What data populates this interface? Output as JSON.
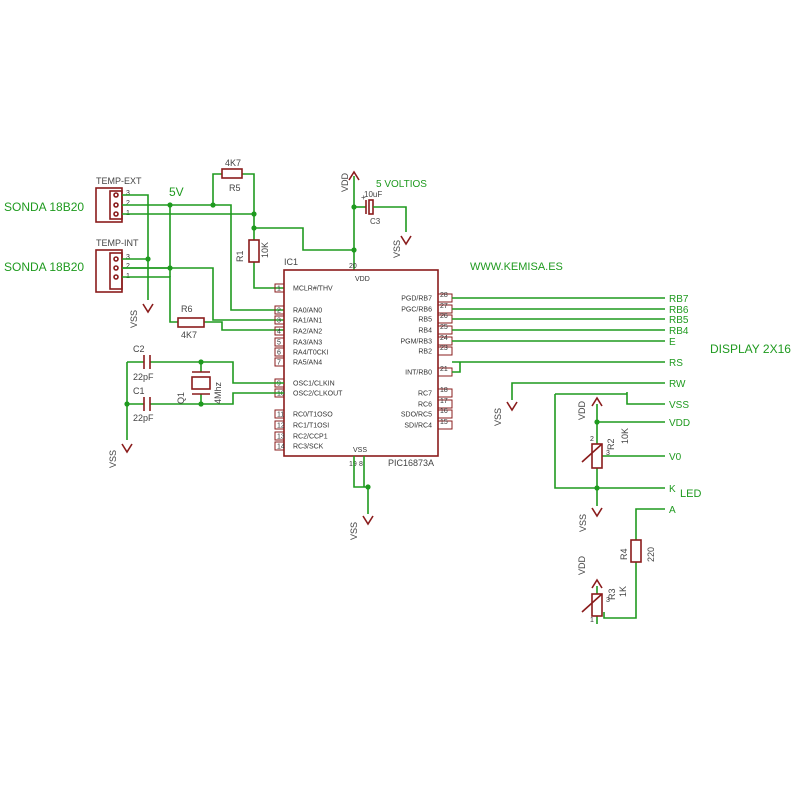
{
  "colors": {
    "wire": "#1f9a1f",
    "part": "#8a1c1c",
    "text": "#444444"
  },
  "labels": {
    "sonda1": "SONDA 18B20",
    "sonda2": "SONDA 18B20",
    "temp_ext": "TEMP-EXT",
    "temp_int": "TEMP-INT",
    "v5": "5V",
    "voltios": "5 VOLTIOS",
    "web": "WWW.KEMISA.ES",
    "display": "DISPLAY 2X16",
    "led": "LED"
  },
  "components": {
    "r5": {
      "name": "R5",
      "value": "4K7"
    },
    "r1": {
      "name": "R1",
      "value": "10K"
    },
    "r6": {
      "name": "R6",
      "value": "4K7"
    },
    "c3": {
      "name": "C3",
      "value": "10uF"
    },
    "c2": {
      "name": "C2",
      "value": "22pF"
    },
    "c1": {
      "name": "C1",
      "value": "22pF"
    },
    "q1": {
      "name": "Q1",
      "value": "4Mhz"
    },
    "r2": {
      "name": "R2",
      "value": "10K"
    },
    "r3": {
      "name": "R3",
      "value": "1K"
    },
    "r4": {
      "name": "R4",
      "value": "220"
    },
    "ic": {
      "name": "IC1",
      "part": "PIC16873A"
    }
  },
  "connector_pins": [
    "3",
    "2",
    "1"
  ],
  "supplies": {
    "vdd": "VDD",
    "vss": "VSS"
  },
  "ic_left_pins": [
    {
      "num": "1",
      "name": "MCLR#/THV"
    },
    {
      "num": "2",
      "name": "RA0/AN0"
    },
    {
      "num": "3",
      "name": "RA1/AN1"
    },
    {
      "num": "4",
      "name": "RA2/AN2"
    },
    {
      "num": "5",
      "name": "RA3/AN3"
    },
    {
      "num": "6",
      "name": "RA4/T0CKI"
    },
    {
      "num": "7",
      "name": "RA5/AN4"
    },
    {
      "num": "9",
      "name": "OSC1/CLKIN"
    },
    {
      "num": "10",
      "name": "OSC2/CLKOUT"
    },
    {
      "num": "11",
      "name": "RC0/T1OSO"
    },
    {
      "num": "12",
      "name": "RC1/T1OSI"
    },
    {
      "num": "13",
      "name": "RC2/CCP1"
    },
    {
      "num": "14",
      "name": "RC3/SCK"
    }
  ],
  "ic_right_pins": [
    {
      "num": "28",
      "name": "PGD/RB7"
    },
    {
      "num": "27",
      "name": "PGC/RB6"
    },
    {
      "num": "26",
      "name": "RB5"
    },
    {
      "num": "25",
      "name": "RB4"
    },
    {
      "num": "24",
      "name": "PGM/RB3"
    },
    {
      "num": "23",
      "name": "RB2"
    },
    {
      "num": "21",
      "name": "INT/RB0"
    },
    {
      "num": "18",
      "name": "RC7"
    },
    {
      "num": "17",
      "name": "RC6"
    },
    {
      "num": "16",
      "name": "SDO/RC5"
    },
    {
      "num": "15",
      "name": "SDI/RC4"
    }
  ],
  "ic_top_pin": {
    "num": "20",
    "name": "VDD"
  },
  "ic_bottom_pins": [
    {
      "num": "19",
      "name": "VSS"
    },
    {
      "num": "8"
    }
  ],
  "display_pins": [
    "RB7",
    "RB6",
    "RB5",
    "RB4",
    "E",
    "RS",
    "RW",
    "VSS",
    "VDD",
    "V0",
    "K",
    "A"
  ],
  "pot_pins": [
    "1",
    "2",
    "3"
  ]
}
